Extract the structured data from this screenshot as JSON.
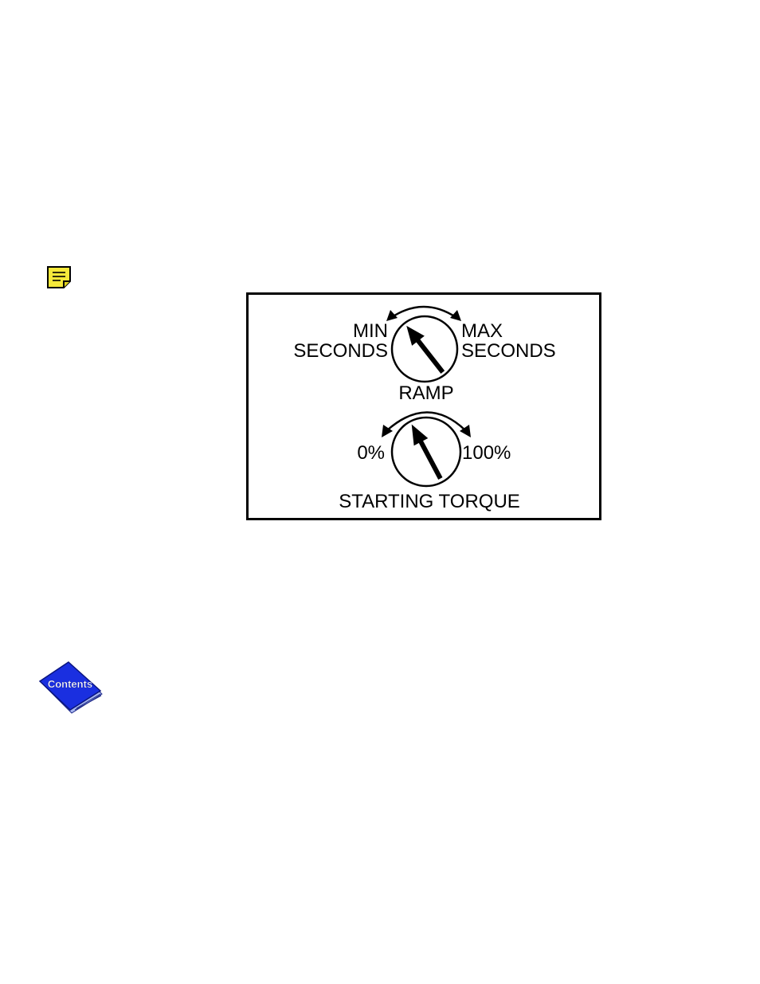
{
  "note_icon": {
    "icon": "sticky-note-icon",
    "color": "#f5e93a"
  },
  "figure": {
    "ramp_dial": {
      "min_line1": "MIN",
      "min_line2": "SECONDS",
      "max_line1": "MAX",
      "max_line2": "SECONDS",
      "label": "RAMP"
    },
    "torque_dial": {
      "min_label": "0%",
      "max_label": "100%",
      "label": "STARTING TORQUE"
    }
  },
  "contents_button": {
    "label": "Contents",
    "icon": "contents-book-icon",
    "color": "#1a2fe0"
  }
}
